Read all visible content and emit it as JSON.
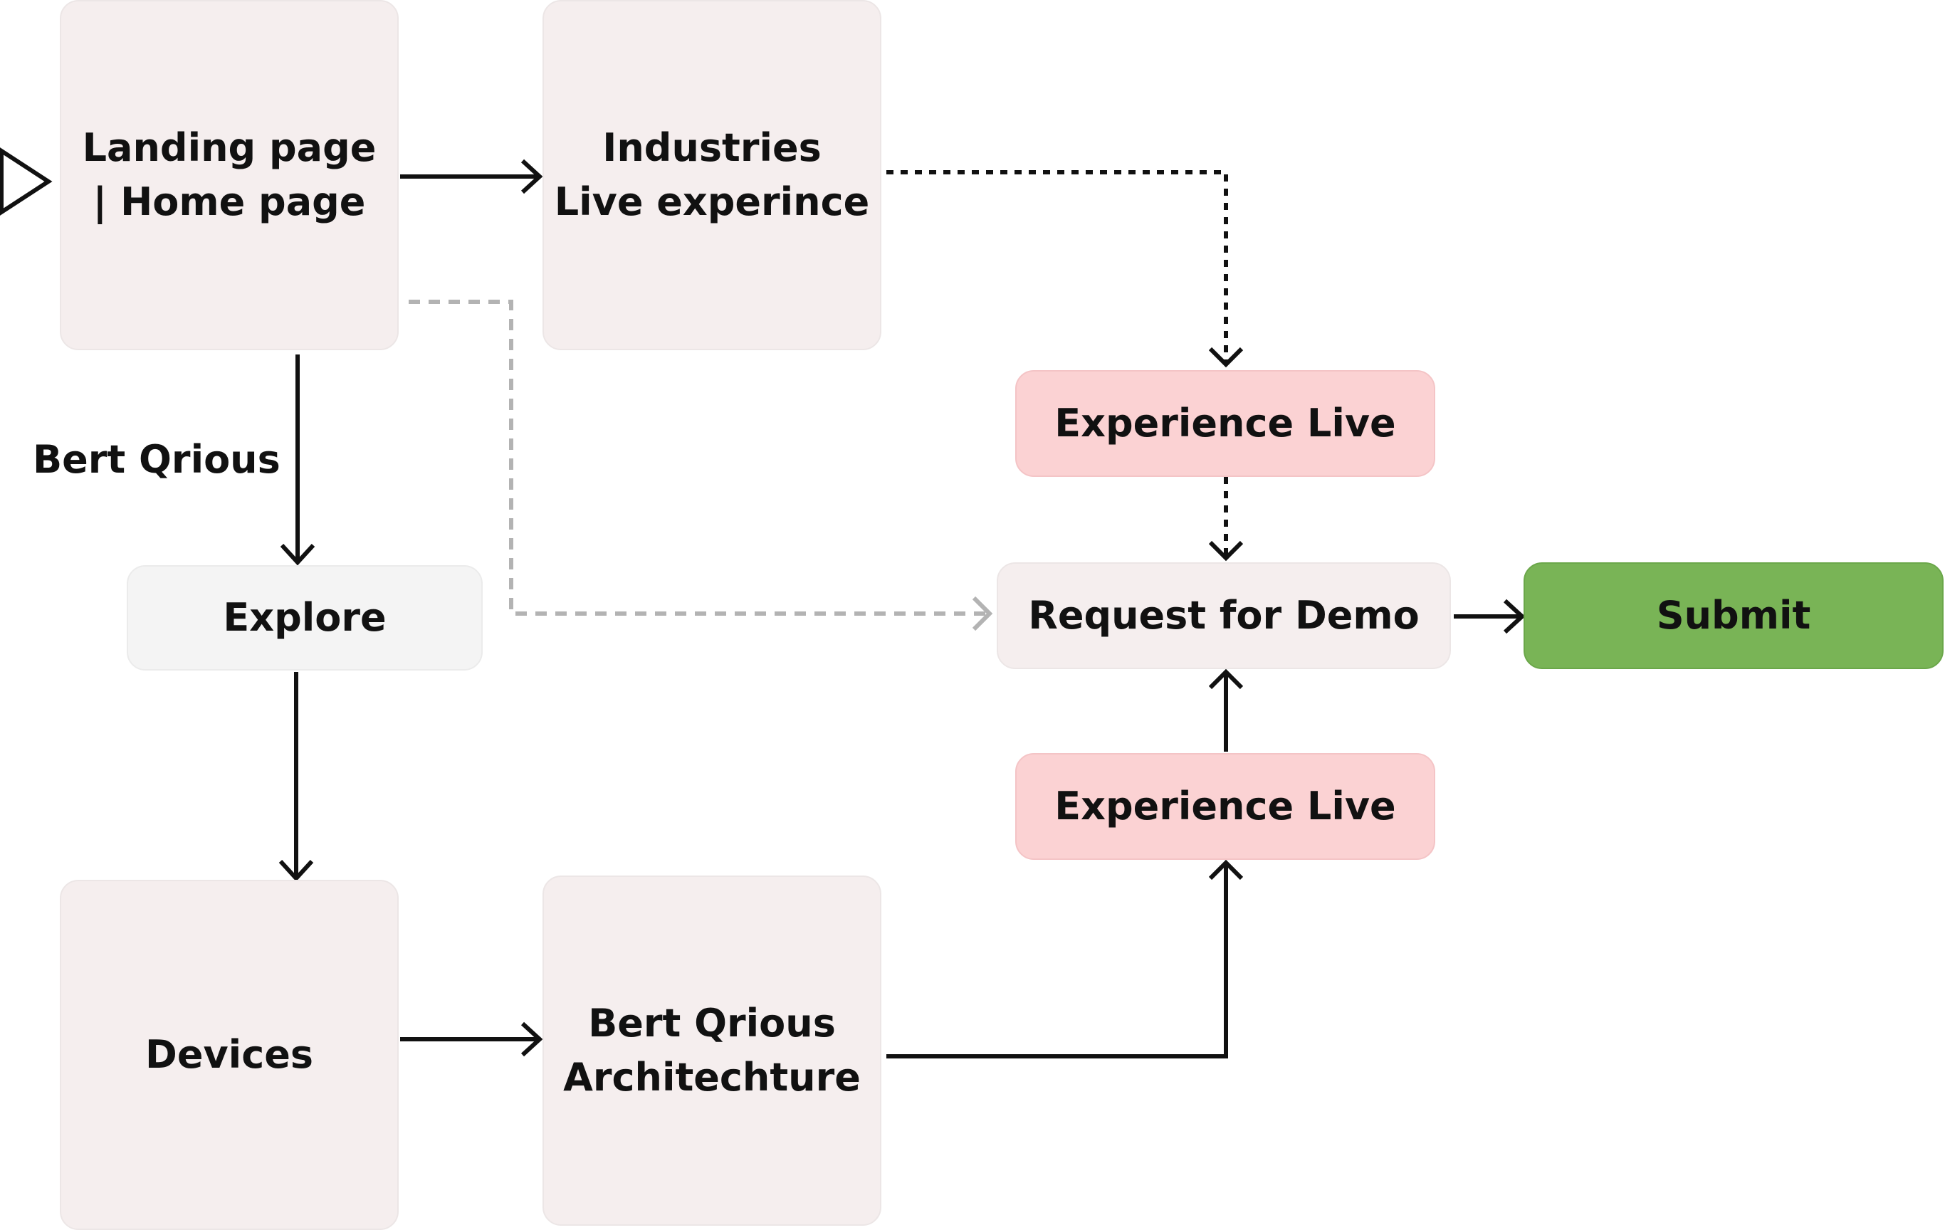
{
  "nodes": {
    "landing": {
      "label": "Landing page\n| Home page"
    },
    "industries": {
      "label": "Industries\nLive experince"
    },
    "explore": {
      "label": "Explore"
    },
    "devices": {
      "label": "Devices"
    },
    "architecture": {
      "label": "Bert Qrious\nArchitechture"
    },
    "experience_live_top": {
      "label": "Experience Live"
    },
    "experience_live_bottom": {
      "label": "Experience Live"
    },
    "request_demo": {
      "label": "Request for Demo"
    },
    "submit": {
      "label": "Submit"
    }
  },
  "edge_labels": {
    "bert_qrious": "Bert Qrious"
  },
  "colors": {
    "page_fill": "#f5eeee",
    "action_fill": "#f4f4f4",
    "live_fill": "#fbd2d3",
    "submit_fill": "#79b456",
    "line": "#111111",
    "dashed_gray": "#b3b3b3"
  }
}
